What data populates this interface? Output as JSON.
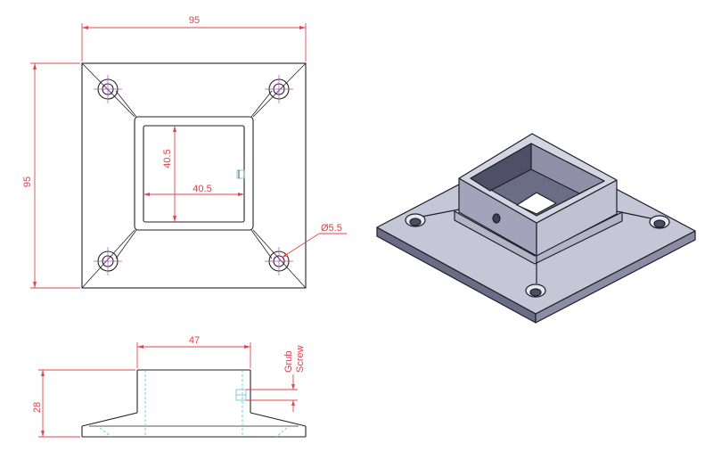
{
  "drawing": {
    "top_view": {
      "width_dim": "95",
      "height_dim": "95",
      "inner_vertical_dim": "40.5",
      "inner_horizontal_dim": "40.5",
      "hole_dim": "Ø5.5"
    },
    "side_view": {
      "width_dim": "47",
      "height_dim": "28",
      "note_line1": "Grub",
      "note_line2": "Screw"
    },
    "colors": {
      "dimension": "#e0464f",
      "object": "#222222",
      "centerline": "#b04bc9",
      "hidden": "#58c3d8",
      "iso_light": "#c6c7d6",
      "iso_mid": "#a3a4bb",
      "iso_dark": "#6b6c85"
    }
  }
}
